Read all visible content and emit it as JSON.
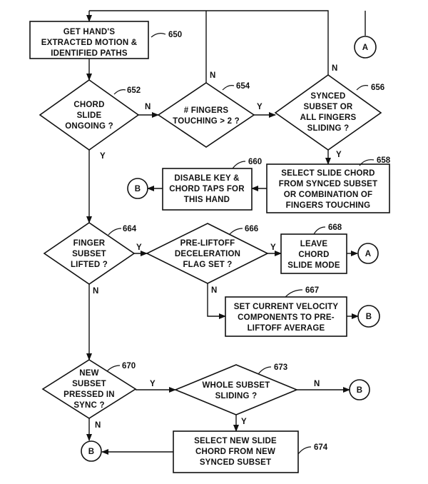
{
  "boxes": {
    "b650": {
      "lines": [
        "GET HAND'S",
        "EXTRACTED MOTION &",
        "IDENTIFIED PATHS"
      ],
      "ref": "650"
    },
    "b658": {
      "lines": [
        "SELECT SLIDE CHORD",
        "FROM SYNCED SUBSET",
        "OR COMBINATION OF",
        "FINGERS TOUCHING"
      ],
      "ref": "658"
    },
    "b660": {
      "lines": [
        "DISABLE KEY &",
        "CHORD TAPS FOR",
        "THIS HAND"
      ],
      "ref": "660"
    },
    "b668": {
      "lines": [
        "LEAVE",
        "CHORD",
        "SLIDE MODE"
      ],
      "ref": "668"
    },
    "b667": {
      "lines": [
        "SET CURRENT VELOCITY",
        "COMPONENTS TO PRE-",
        "LIFTOFF AVERAGE"
      ],
      "ref": "667"
    },
    "b674": {
      "lines": [
        "SELECT NEW SLIDE",
        "CHORD FROM NEW",
        "SYNCED SUBSET"
      ],
      "ref": "674"
    }
  },
  "diamonds": {
    "d652": {
      "lines": [
        "CHORD",
        "SLIDE",
        "ONGOING ?"
      ],
      "ref": "652"
    },
    "d654": {
      "lines": [
        "# FINGERS",
        "TOUCHING > 2 ?"
      ],
      "ref": "654"
    },
    "d656": {
      "lines": [
        "SYNCED",
        "SUBSET OR",
        "ALL FINGERS",
        "SLIDING ?"
      ],
      "ref": "656"
    },
    "d664": {
      "lines": [
        "FINGER",
        "SUBSET",
        "LIFTED ?"
      ],
      "ref": "664"
    },
    "d666": {
      "lines": [
        "PRE-LIFTOFF",
        "DECELERATION",
        "FLAG SET ?"
      ],
      "ref": "666"
    },
    "d670": {
      "lines": [
        "NEW",
        "SUBSET",
        "PRESSED IN",
        "SYNC ?"
      ],
      "ref": "670"
    },
    "d673": {
      "lines": [
        "WHOLE SUBSET",
        "SLIDING ?"
      ],
      "ref": "673"
    }
  },
  "connectors": {
    "A1": "A",
    "A2": "A",
    "B1": "B",
    "B2": "B",
    "B3": "B",
    "B4": "B"
  },
  "branch_labels": {
    "n652": "N",
    "y652": "Y",
    "n654": "N",
    "y654": "Y",
    "n656": "N",
    "y656": "Y",
    "y664": "Y",
    "n664": "N",
    "y666": "Y",
    "n666": "N",
    "y670": "Y",
    "n670": "N",
    "n673": "N",
    "y673": "Y"
  }
}
